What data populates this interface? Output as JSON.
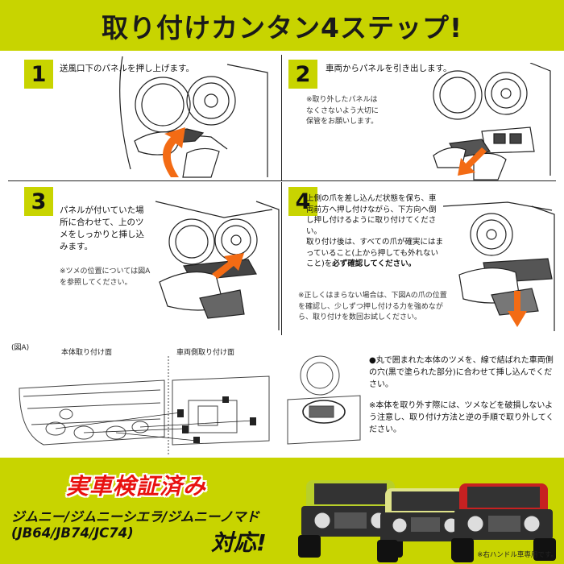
{
  "header": {
    "title": "取り付けカンタン4ステップ!"
  },
  "steps": [
    {
      "number": "1",
      "text": "送風口下のパネルを押し上げます。",
      "note": ""
    },
    {
      "number": "2",
      "text": "車両からパネルを引き出します。",
      "note": "※取り外したパネルはなくさないよう大切に保管をお願いします。"
    },
    {
      "number": "3",
      "text": "パネルが付いていた場所に合わせて、上のツメをしっかりと挿し込みます。",
      "note": "※ツメの位置については図Aを参照してください。"
    },
    {
      "number": "4",
      "text_a": "上側の爪を差し込んだ状態を保ち、車両前方へ押し付けながら、下方向へ倒し押し付けるように取り付けてください。",
      "text_b": "取り付け後は、すべての爪が確実にはまっていること(上から押しても外れないこと)を",
      "text_c": "必ず確認してください。",
      "note": "※正しくはまらない場合は、下図Aの爪の位置を確認し、少しずつ押し付ける力を強めながら、取り付けを数回お試しください。"
    }
  ],
  "diagram": {
    "label": "(図A)",
    "sub1": "本体取り付け面",
    "sub2": "車両側取り付け面",
    "text1": "●丸で囲まれた本体のツメを、線で結ばれた車両側の穴(黒で塗られた部分)に合わせて挿し込んでください。",
    "text2": "※本体を取り外す際には、ツメなどを破損しないよう注意し、取り付け方法と逆の手順で取り外してください。"
  },
  "footer": {
    "verified": "実車検証済み",
    "models": "ジムニー/ジムニーシエラ/ジムニーノマド",
    "codes": "(JB64/JB74/JC74)",
    "supported": "対応!",
    "footnote": "※右ハンドル車専用です。"
  },
  "colors": {
    "accent": "#c8d400",
    "red": "#e8110f",
    "arrow": "#f36b14"
  }
}
